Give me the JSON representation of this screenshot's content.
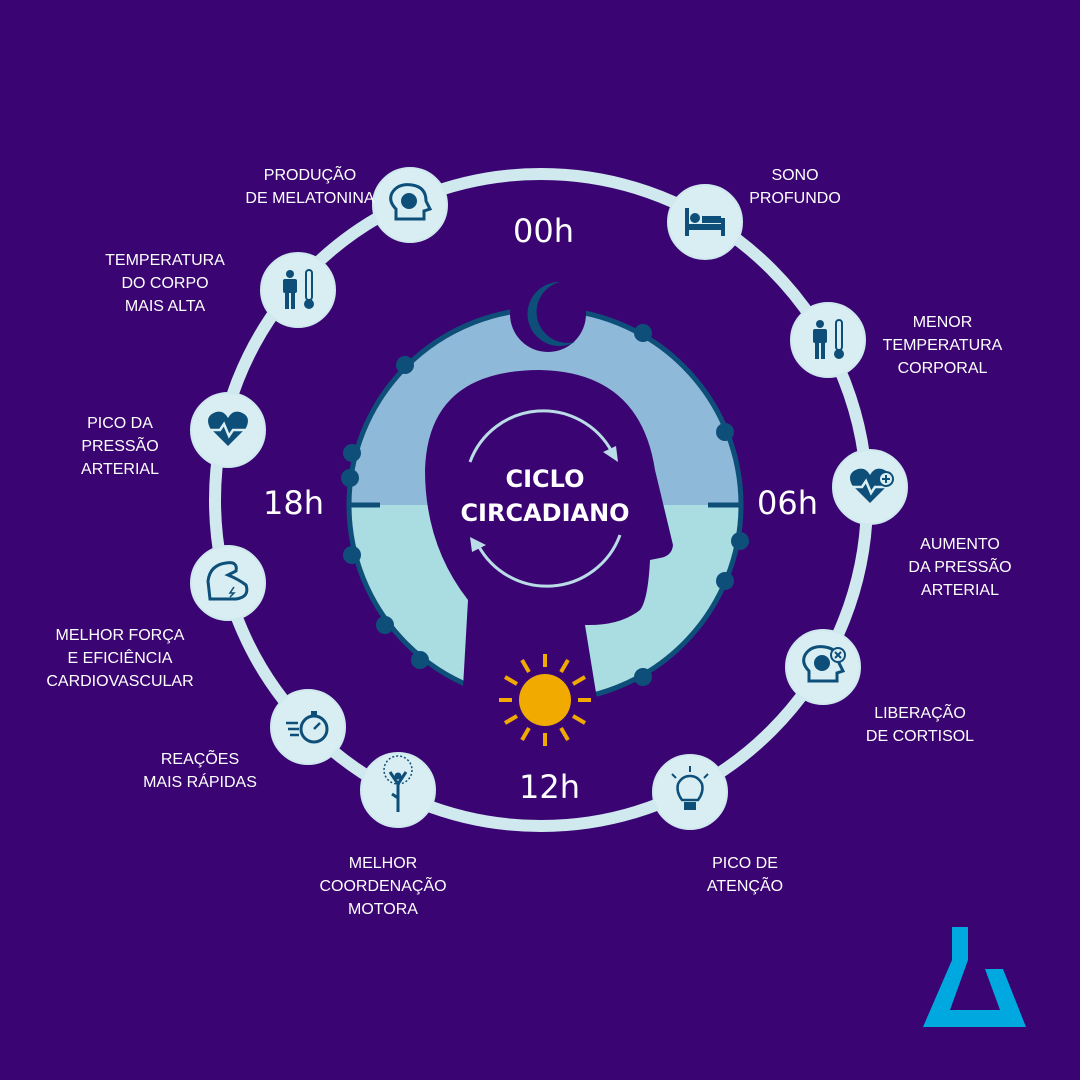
{
  "title": [
    "CICLO",
    "CIRCADIANO"
  ],
  "hours": {
    "h00": "00h",
    "h06": "06h",
    "h12": "12h",
    "h18": "18h"
  },
  "events": [
    {
      "id": "melatonina",
      "icon": "brain-moon-icon",
      "lines": [
        "PRODUÇÃO",
        "DE MELATONINA"
      ]
    },
    {
      "id": "sono",
      "icon": "bed-icon",
      "lines": [
        "SONO",
        "PROFUNDO"
      ]
    },
    {
      "id": "menor-temp",
      "icon": "thermometer-person-icon",
      "lines": [
        "MENOR",
        "TEMPERATURA",
        "CORPORAL"
      ]
    },
    {
      "id": "aumento-pressao",
      "icon": "heart-plus-icon",
      "lines": [
        "AUMENTO",
        "DA PRESSÃO",
        "ARTERIAL"
      ]
    },
    {
      "id": "cortisol",
      "icon": "brain-x-icon",
      "lines": [
        "LIBERAÇÃO",
        "DE CORTISOL"
      ]
    },
    {
      "id": "atencao",
      "icon": "lightbulb-icon",
      "lines": [
        "PICO DE",
        "ATENÇÃO"
      ]
    },
    {
      "id": "coordenacao",
      "icon": "yoga-icon",
      "lines": [
        "MELHOR",
        "COORDENAÇÃO",
        "MOTORA"
      ]
    },
    {
      "id": "reacoes",
      "icon": "stopwatch-icon",
      "lines": [
        "REAÇÕES",
        "MAIS RÁPIDAS"
      ]
    },
    {
      "id": "forca",
      "icon": "muscle-icon",
      "lines": [
        "MELHOR FORÇA",
        "E EFICIÊNCIA",
        "CARDIOVASCULAR"
      ]
    },
    {
      "id": "pico-pressao",
      "icon": "heart-pulse-icon",
      "lines": [
        "PICO DA",
        "PRESSÃO",
        "ARTERIAL"
      ]
    },
    {
      "id": "temp-alta",
      "icon": "thermometer-person-icon",
      "lines": [
        "TEMPERATURA",
        "DO CORPO",
        "MAIS ALTA"
      ]
    }
  ],
  "colors": {
    "background": "#3a0572",
    "ring": "#cfe9ef",
    "night": "#8fb9d8",
    "day": "#a9dde1",
    "dark": "#0e4f7a",
    "sun": "#f0aa00",
    "logo": "#00a8e0"
  }
}
